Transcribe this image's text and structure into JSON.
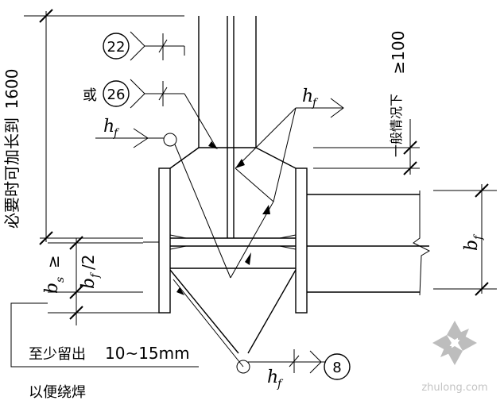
{
  "labels": {
    "dim_1600": "1600",
    "note_vertical": "必要时可加长到",
    "or": "或",
    "weld_22": "22",
    "weld_26": "26",
    "weld_8": "8",
    "hf_sym": "h",
    "hf_sub": "f",
    "ge100": "≥100",
    "general_case": "一般情况下",
    "bf_sym": "b",
    "bf_sub": "f",
    "bs_sym": "b",
    "bs_sub": "s",
    "ge_bf2": "≥",
    "bf2_sym": "b",
    "bf2_sub": "f",
    "bf2_tail": "/2",
    "note_reserve": "至少留出",
    "note_range": "10~15mm",
    "note_weld": "以便绕焊"
  },
  "watermark": {
    "text": "zhulong.com",
    "color": "#c4c4c4"
  }
}
